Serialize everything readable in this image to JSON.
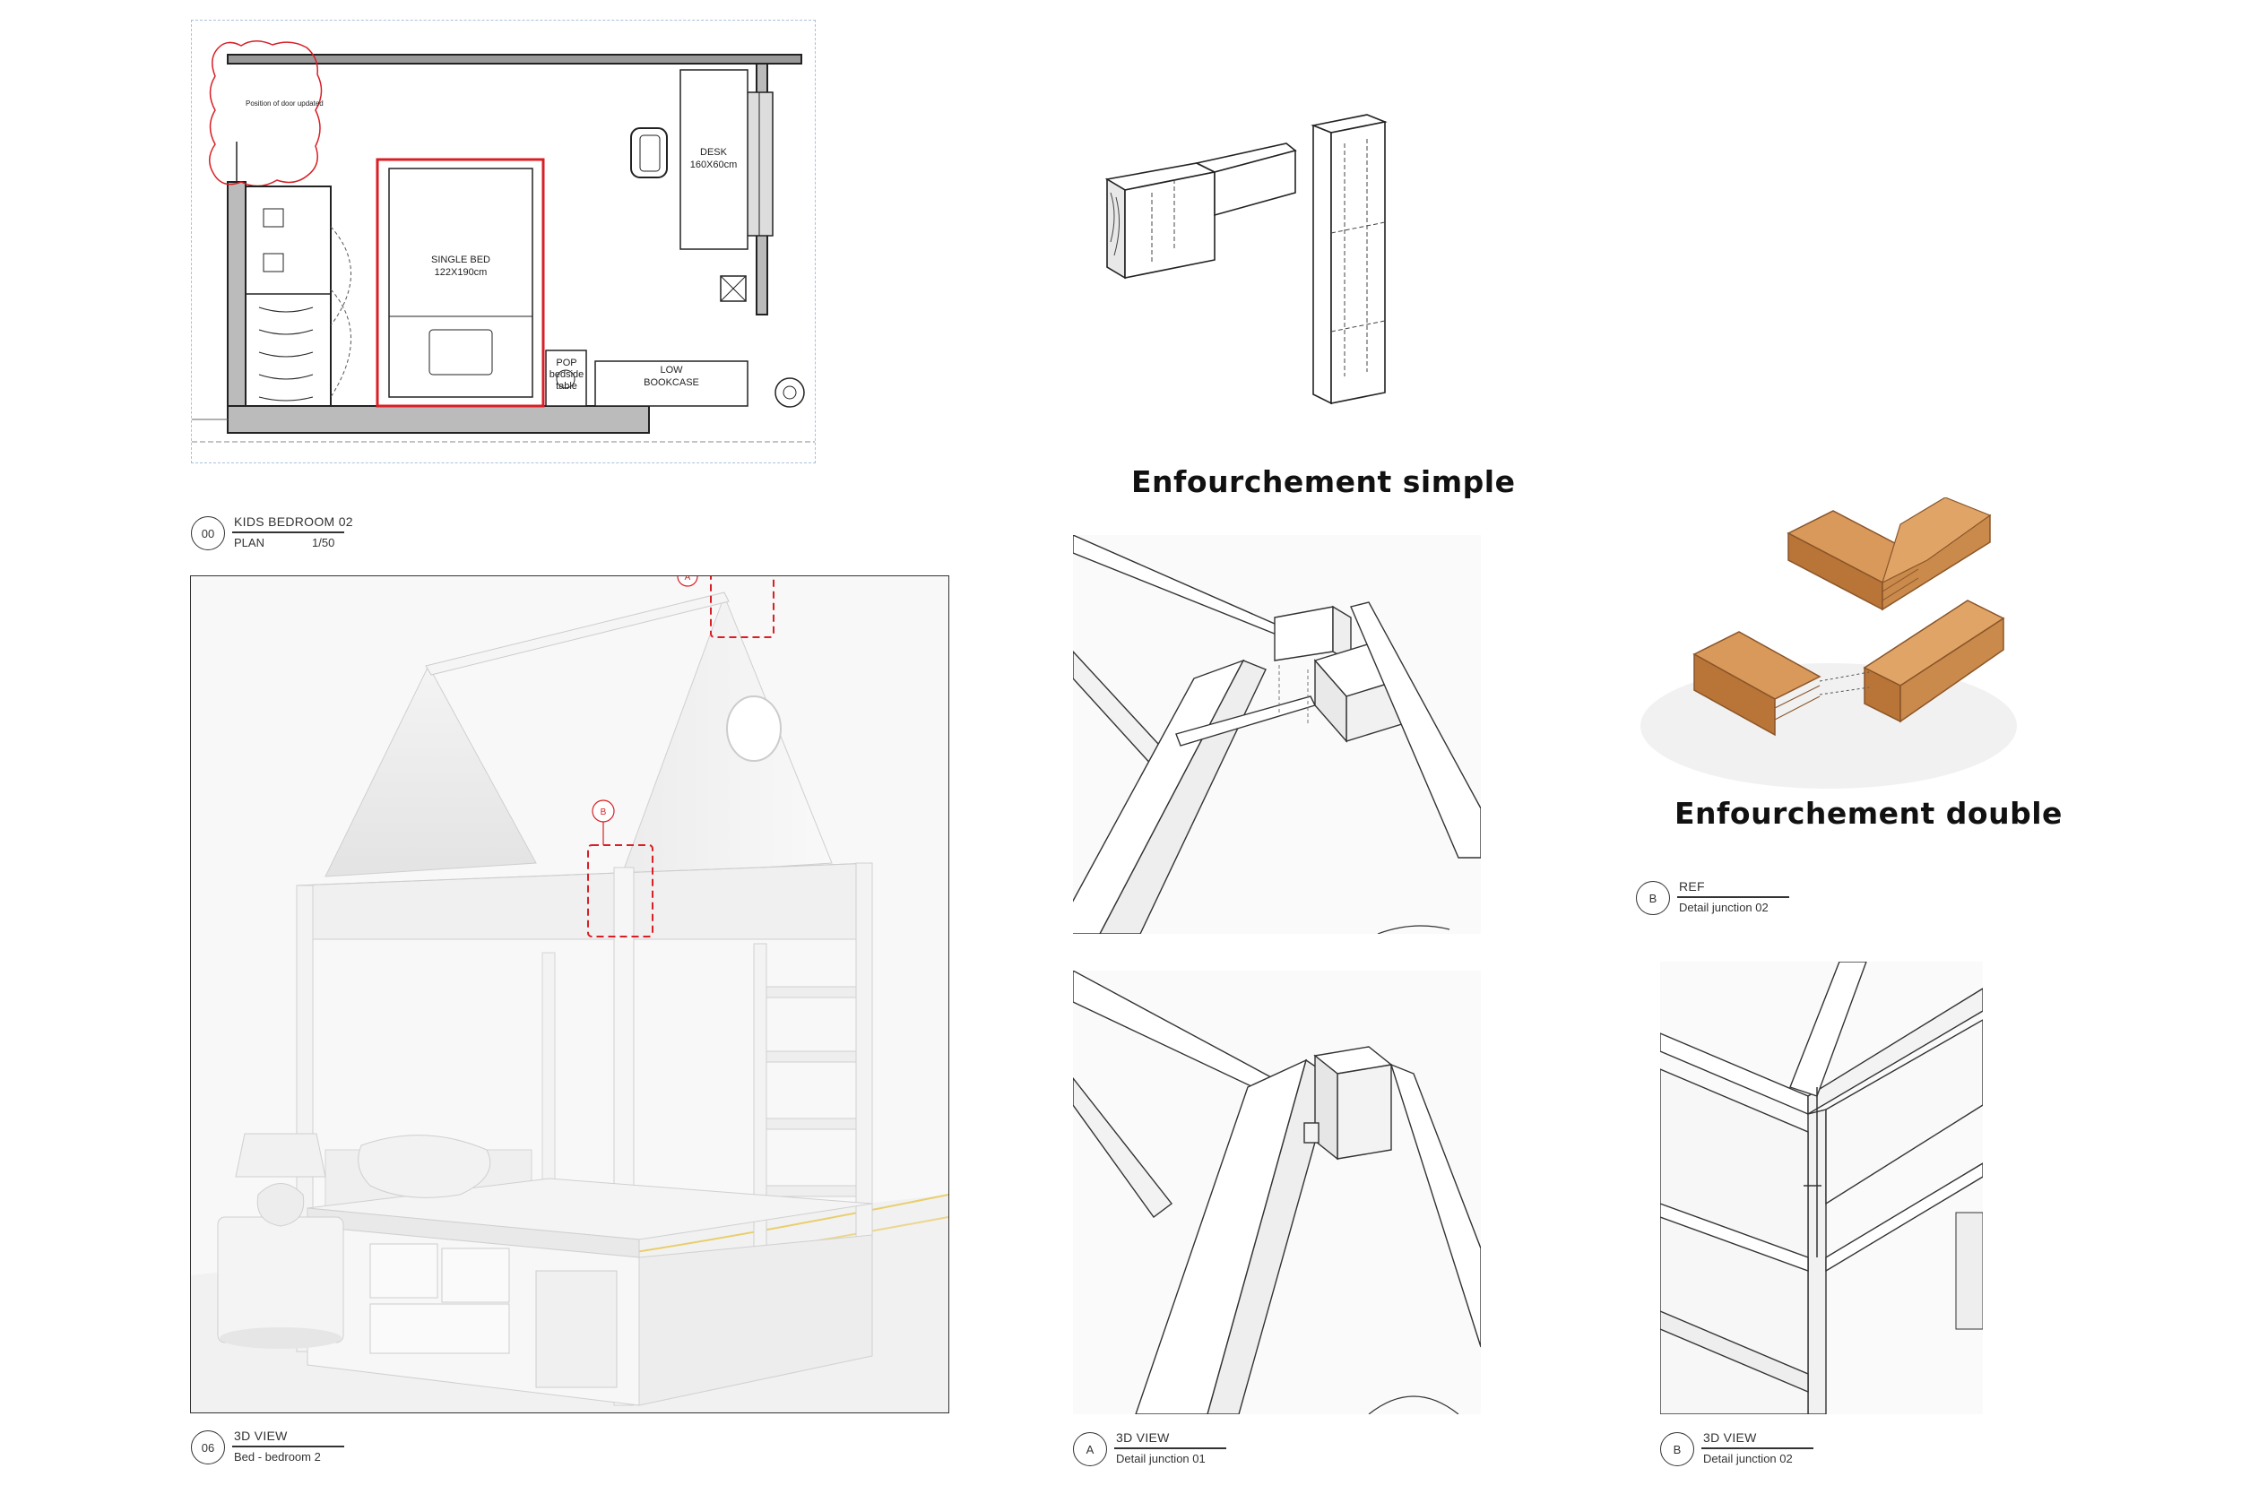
{
  "plan": {
    "labels": {
      "door_note": "Position of door updated",
      "desk": "DESK",
      "desk_size": "160X60cm",
      "single_bed": "SINGLE BED",
      "bed_size": "122X190cm",
      "pop": "POP",
      "bedside": "bedside",
      "table": "table",
      "low": "LOW",
      "bookcase": "BOOKCASE"
    },
    "title": {
      "number": "00",
      "name": "KIDS BEDROOM 02",
      "sub": "PLAN",
      "scale": "1/50"
    }
  },
  "bed_view": {
    "markers": {
      "a": "A",
      "b": "B"
    },
    "title": {
      "number": "06",
      "name": "3D VIEW",
      "sub": "Bed - bedroom 2"
    }
  },
  "references": {
    "simple_caption": "Enfourchement simple",
    "double_caption": "Enfourchement double",
    "ref_title": {
      "number": "B",
      "name": "REF",
      "sub": "Detail junction 02"
    }
  },
  "details": {
    "a_title": {
      "number": "A",
      "name": "3D VIEW",
      "sub": "Detail junction 01"
    },
    "b_title": {
      "number": "B",
      "name": "3D VIEW",
      "sub": "Detail junction 02"
    }
  },
  "colors": {
    "redline": "#d81f26",
    "wood": "#c98a4b",
    "wood_dark": "#8a5529",
    "floor_yellow": "#e7c54a"
  }
}
